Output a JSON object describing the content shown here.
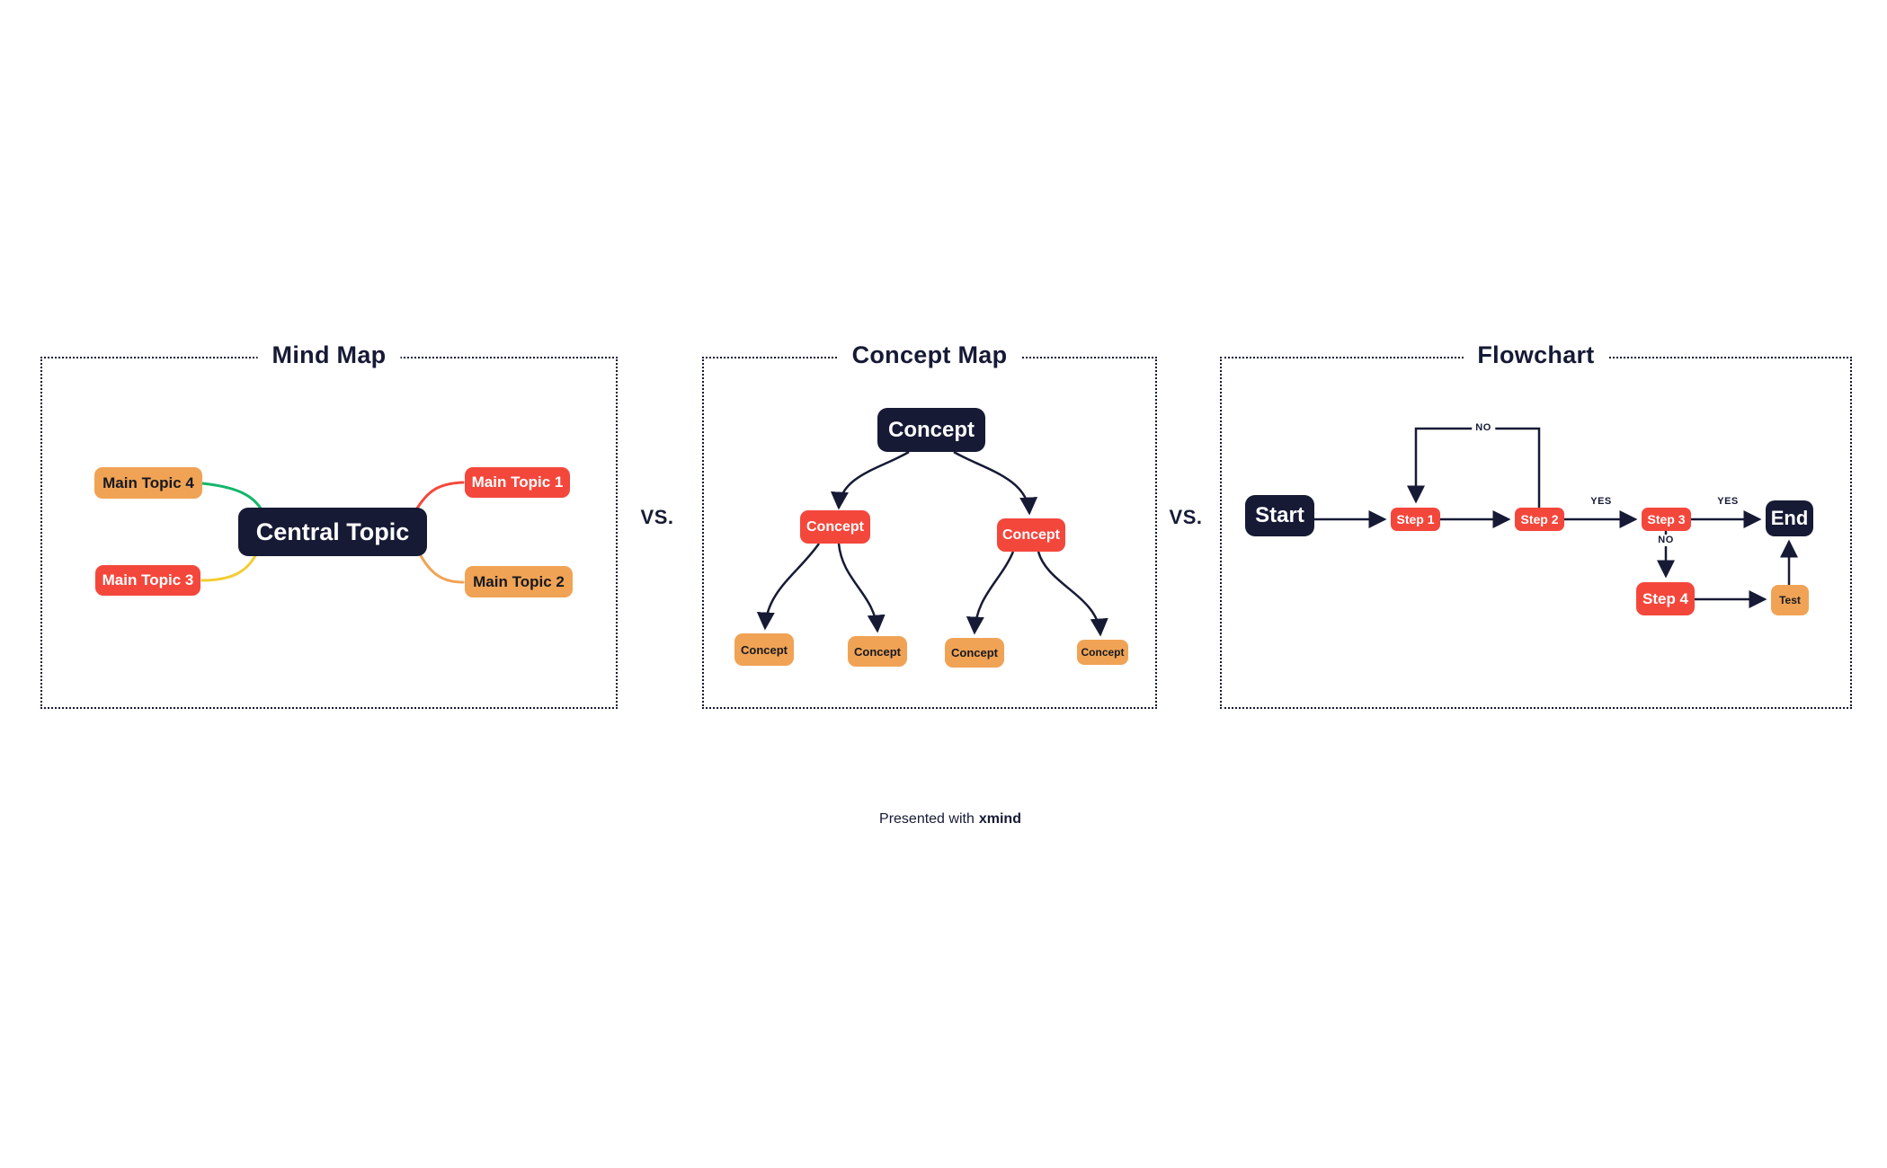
{
  "footer": {
    "prefix": "Presented with",
    "brand": "xmind"
  },
  "separators": {
    "vs1": "VS.",
    "vs2": "VS."
  },
  "colors": {
    "background": "#FFFFFF",
    "navy": "#161A35",
    "red": "#F4473C",
    "orange": "#F0A355",
    "green": "#12B76A",
    "yellow": "#F2CD30"
  },
  "mind_map": {
    "title": "Mind Map",
    "central": "Central Topic",
    "topics": [
      {
        "label": "Main Topic 1",
        "color": "red"
      },
      {
        "label": "Main Topic 2",
        "color": "orange"
      },
      {
        "label": "Main Topic 3",
        "color": "red"
      },
      {
        "label": "Main Topic 4",
        "color": "orange"
      }
    ]
  },
  "concept_map": {
    "title": "Concept Map",
    "root": "Concept",
    "branches": [
      "Concept",
      "Concept"
    ],
    "leaves": [
      "Concept",
      "Concept",
      "Concept",
      "Concept"
    ]
  },
  "flowchart": {
    "title": "Flowchart",
    "start": "Start",
    "steps": [
      "Step 1",
      "Step 2",
      "Step 3",
      "Step 4"
    ],
    "test": "Test",
    "end": "End",
    "edge_labels": {
      "loop_no": "NO",
      "yes_1": "YES",
      "yes_2": "YES",
      "no_down": "NO"
    }
  }
}
